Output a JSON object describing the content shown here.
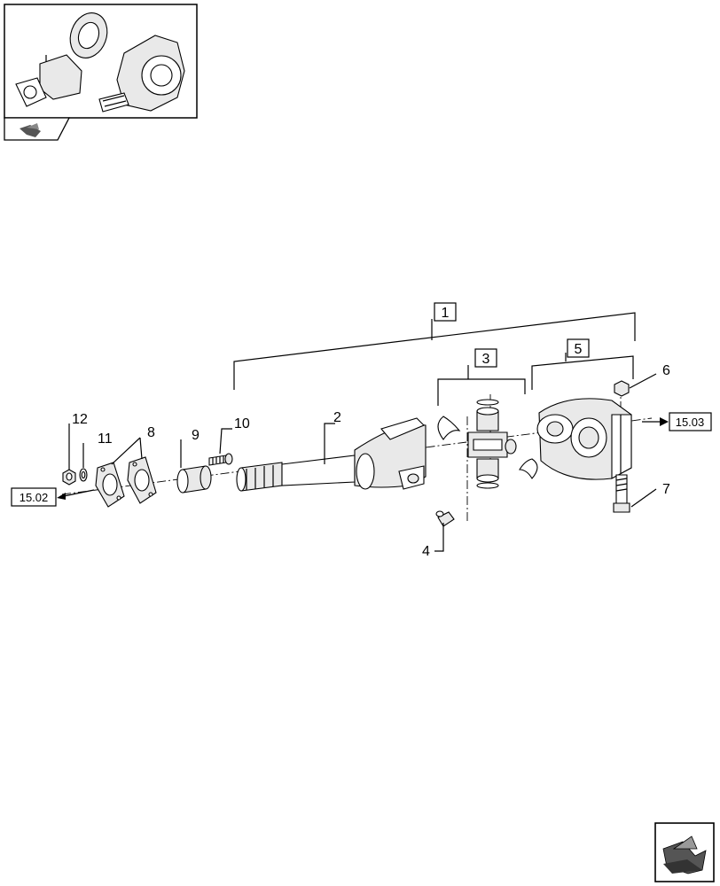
{
  "callouts": {
    "c1": "1",
    "c2": "2",
    "c3": "3",
    "c4": "4",
    "c5": "5",
    "c6": "6",
    "c7": "7",
    "c8": "8",
    "c9": "9",
    "c10": "10",
    "c11": "11",
    "c12": "12"
  },
  "references": {
    "left": "15.02",
    "right": "15.03"
  },
  "icons": {
    "thumbnail": "assembly-thumbnail",
    "nav_small": "page-arrow-icon",
    "nav_large": "next-page-arrow-icon"
  }
}
